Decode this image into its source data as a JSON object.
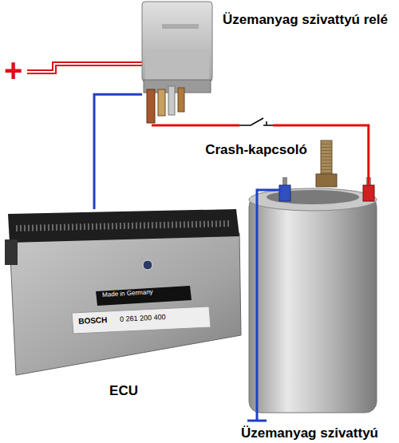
{
  "diagram": {
    "nodes": [
      {
        "text": [
          "Üzemanyag szivattyú relé"
        ]
      },
      {
        "text": [
          "Crash-kapcsoló"
        ]
      },
      {
        "text": [
          "ECU"
        ]
      },
      {
        "text": [
          "Üzemanyag szivattyú"
        ]
      }
    ],
    "edges": [
      {
        "from": 0,
        "to": 2,
        "arrow": "none"
      },
      {
        "from": 0,
        "to": 1,
        "arrow": "none"
      },
      {
        "from": 1,
        "to": 3,
        "arrow": "none"
      }
    ],
    "labels": [
      "+",
      "Made in Germany",
      "BOSCH",
      "0 261 200 400"
    ]
  }
}
